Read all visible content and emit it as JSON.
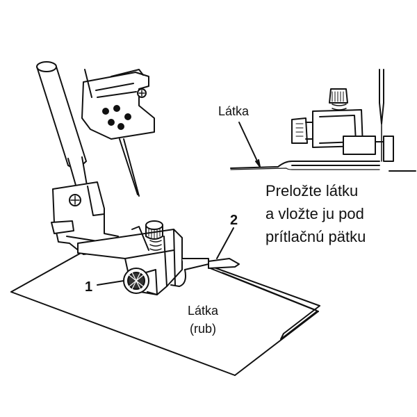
{
  "labels": {
    "fabric_top": "Látka",
    "instruction_lines": [
      "Preložte látku",
      "a vložte ju pod",
      "prítlačnú pätku"
    ],
    "callout_1": "1",
    "callout_2": "2",
    "fabric_under_line1": "Látka",
    "fabric_under_line2": "(rub)"
  },
  "colors": {
    "ink": "#111111",
    "paper": "#ffffff"
  }
}
